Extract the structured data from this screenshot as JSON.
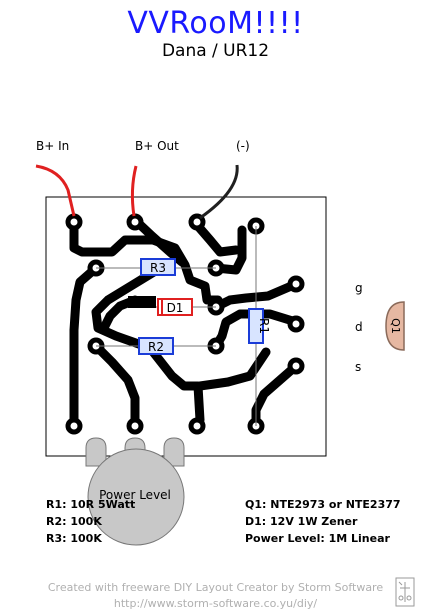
{
  "header": {
    "title": "VVRooM!!!!",
    "subtitle": "Dana / UR12"
  },
  "connectors": {
    "b_in": "B+ In",
    "b_out": "B+ Out",
    "ground": "(-)"
  },
  "components": {
    "r3": "R3",
    "r2": "R2",
    "r1": "R1",
    "d1": "D1",
    "q1": "Q1",
    "pot": "Power Level"
  },
  "transistor_pins": {
    "g": "g",
    "d": "d",
    "s": "s"
  },
  "parts_list": {
    "left": [
      "R1: 10R 5Watt",
      "R2: 100K",
      "R3: 100K"
    ],
    "right": [
      "Q1: NTE2973 or NTE2377",
      "D1: 12V 1W Zener",
      "Power Level: 1M Linear"
    ]
  },
  "footer": {
    "line1": "Created with freeware DIY Layout Creator by Storm Software",
    "line2": "http://www.storm-software.co.yu/diy/"
  },
  "colors": {
    "title": "#1a1aff",
    "wire_red": "#e02020",
    "wire_black": "#202020",
    "trace": "#000000",
    "board": "#ffffff",
    "resistor_fill": "#d8e4ff",
    "resistor_border": "#1a3cd8",
    "diode_border": "#e02020",
    "q1_fill": "#e6b8a2",
    "pot_fill": "#c8c8c8"
  }
}
